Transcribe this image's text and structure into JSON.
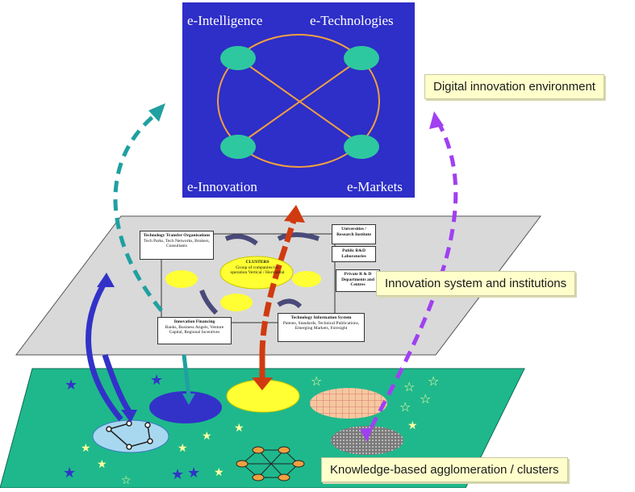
{
  "top_panel": {
    "corners": [
      "e-Intelligence",
      "e-Technologies",
      "e-Innovation",
      "e-Markets"
    ],
    "background_color": "#2e2ec8",
    "node_color": "#2ec8a0",
    "line_color": "#f0a040"
  },
  "middle_plane": {
    "boxes": [
      {
        "title": "Technology Transfer Organisations",
        "text": "Tech Parks, Tech Networks, Brokers, Consultants"
      },
      {
        "title": "Universities / Research Institute",
        "text": ""
      },
      {
        "title": "Public R&D Laboratories",
        "text": ""
      },
      {
        "title": "Private R & D Departments and Centres",
        "text": ""
      },
      {
        "title": "Innovation Financing",
        "text": "Banks, Business Angels, Venture Capital, Regional Incentives"
      },
      {
        "title": "Technology Information System",
        "text": "Patents, Standards, Technical Publications, Emerging Markets, Foresight"
      }
    ],
    "clusters": {
      "title": "CLUSTERS",
      "text": "Group of companies/co-operation Vertical / Horizontal"
    },
    "plane_color": "#d9d9d9"
  },
  "bottom_plane": {
    "plane_color": "#1fb88c"
  },
  "callouts": {
    "digital": "Digital innovation environment",
    "innovation": "Innovation system and institutions",
    "knowledge": "Knowledge-based agglomeration / clusters"
  }
}
